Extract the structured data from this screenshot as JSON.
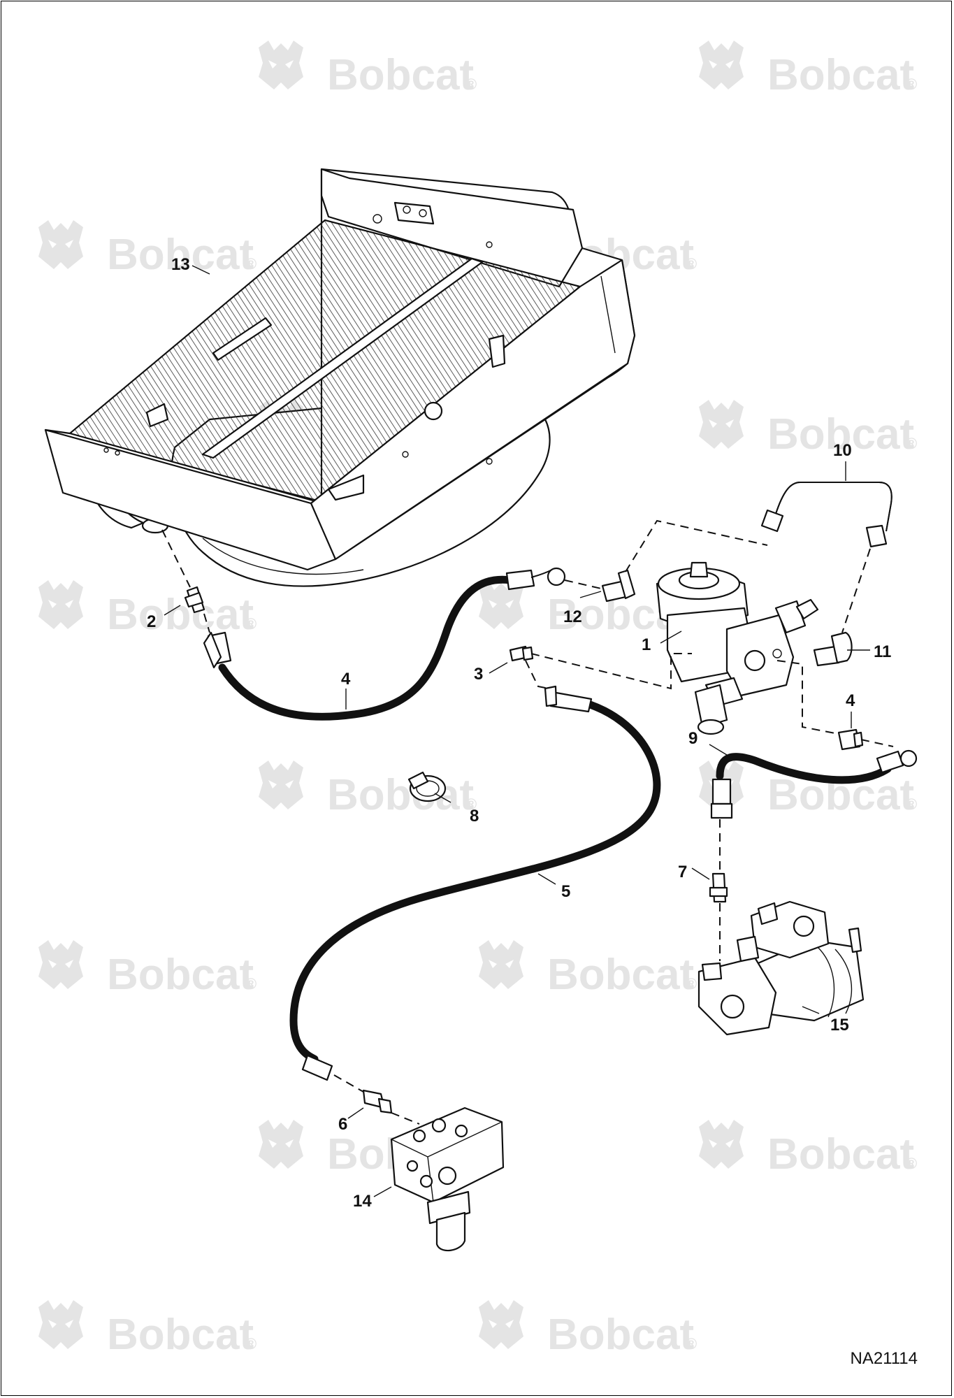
{
  "watermark": {
    "text": "Bobcat",
    "mark": "®",
    "logo": "bobcat-head-logo"
  },
  "reference_code": "NA21114",
  "callouts": [
    {
      "id": "c1",
      "number": "1"
    },
    {
      "id": "c2",
      "number": "2"
    },
    {
      "id": "c3",
      "number": "3"
    },
    {
      "id": "c4a",
      "number": "4"
    },
    {
      "id": "c4b",
      "number": "4"
    },
    {
      "id": "c5",
      "number": "5"
    },
    {
      "id": "c6",
      "number": "6"
    },
    {
      "id": "c7",
      "number": "7"
    },
    {
      "id": "c8",
      "number": "8"
    },
    {
      "id": "c9",
      "number": "9"
    },
    {
      "id": "c10",
      "number": "10"
    },
    {
      "id": "c11",
      "number": "11"
    },
    {
      "id": "c12",
      "number": "12"
    },
    {
      "id": "c13",
      "number": "13"
    },
    {
      "id": "c14",
      "number": "14"
    },
    {
      "id": "c15",
      "number": "15"
    }
  ]
}
